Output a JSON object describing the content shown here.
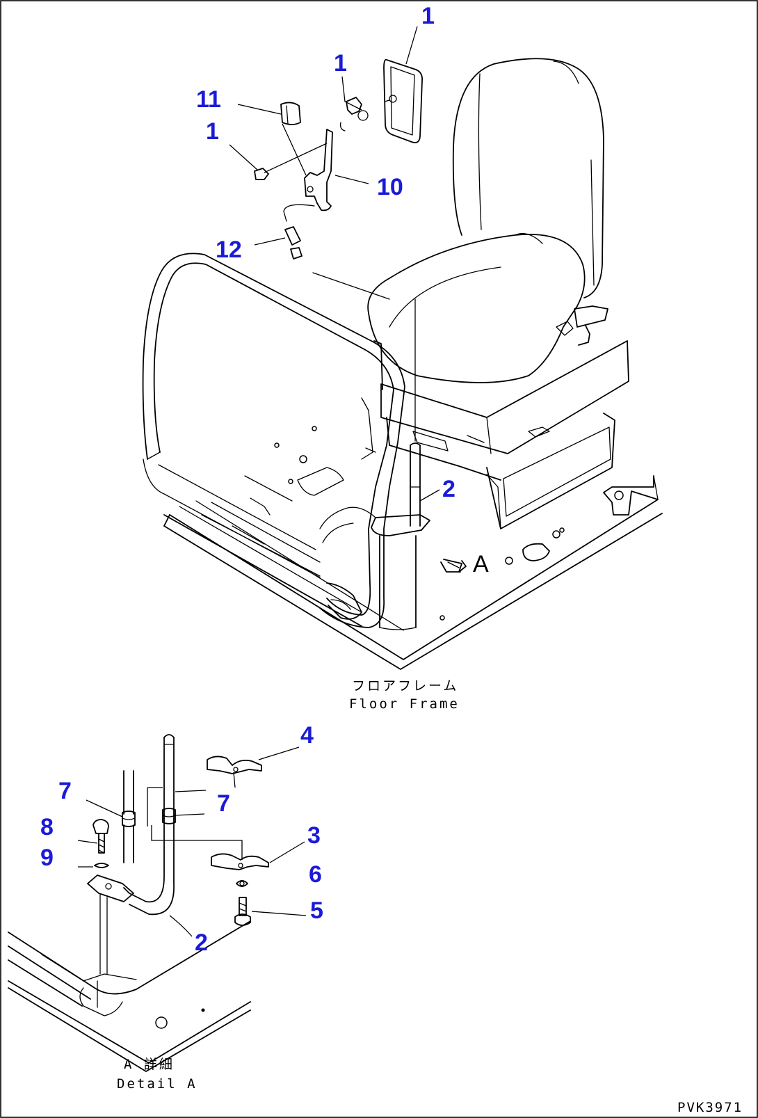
{
  "callouts": {
    "c1a": "1",
    "c1b": "1",
    "c11": "11",
    "c1c": "1",
    "c10": "10",
    "c12": "12",
    "c2a": "2",
    "c4": "4",
    "c7a": "7",
    "c7b": "7",
    "c8": "8",
    "c3": "3",
    "c9": "9",
    "c6": "6",
    "c5": "5",
    "c2b": "2"
  },
  "labels": {
    "view_arrow": "A",
    "floor_frame_jp": "フロアフレーム",
    "floor_frame_en": "Floor Frame",
    "detail_jp": "A 詳細",
    "detail_en": "Detail A",
    "drawing_code": "PVK3971"
  }
}
